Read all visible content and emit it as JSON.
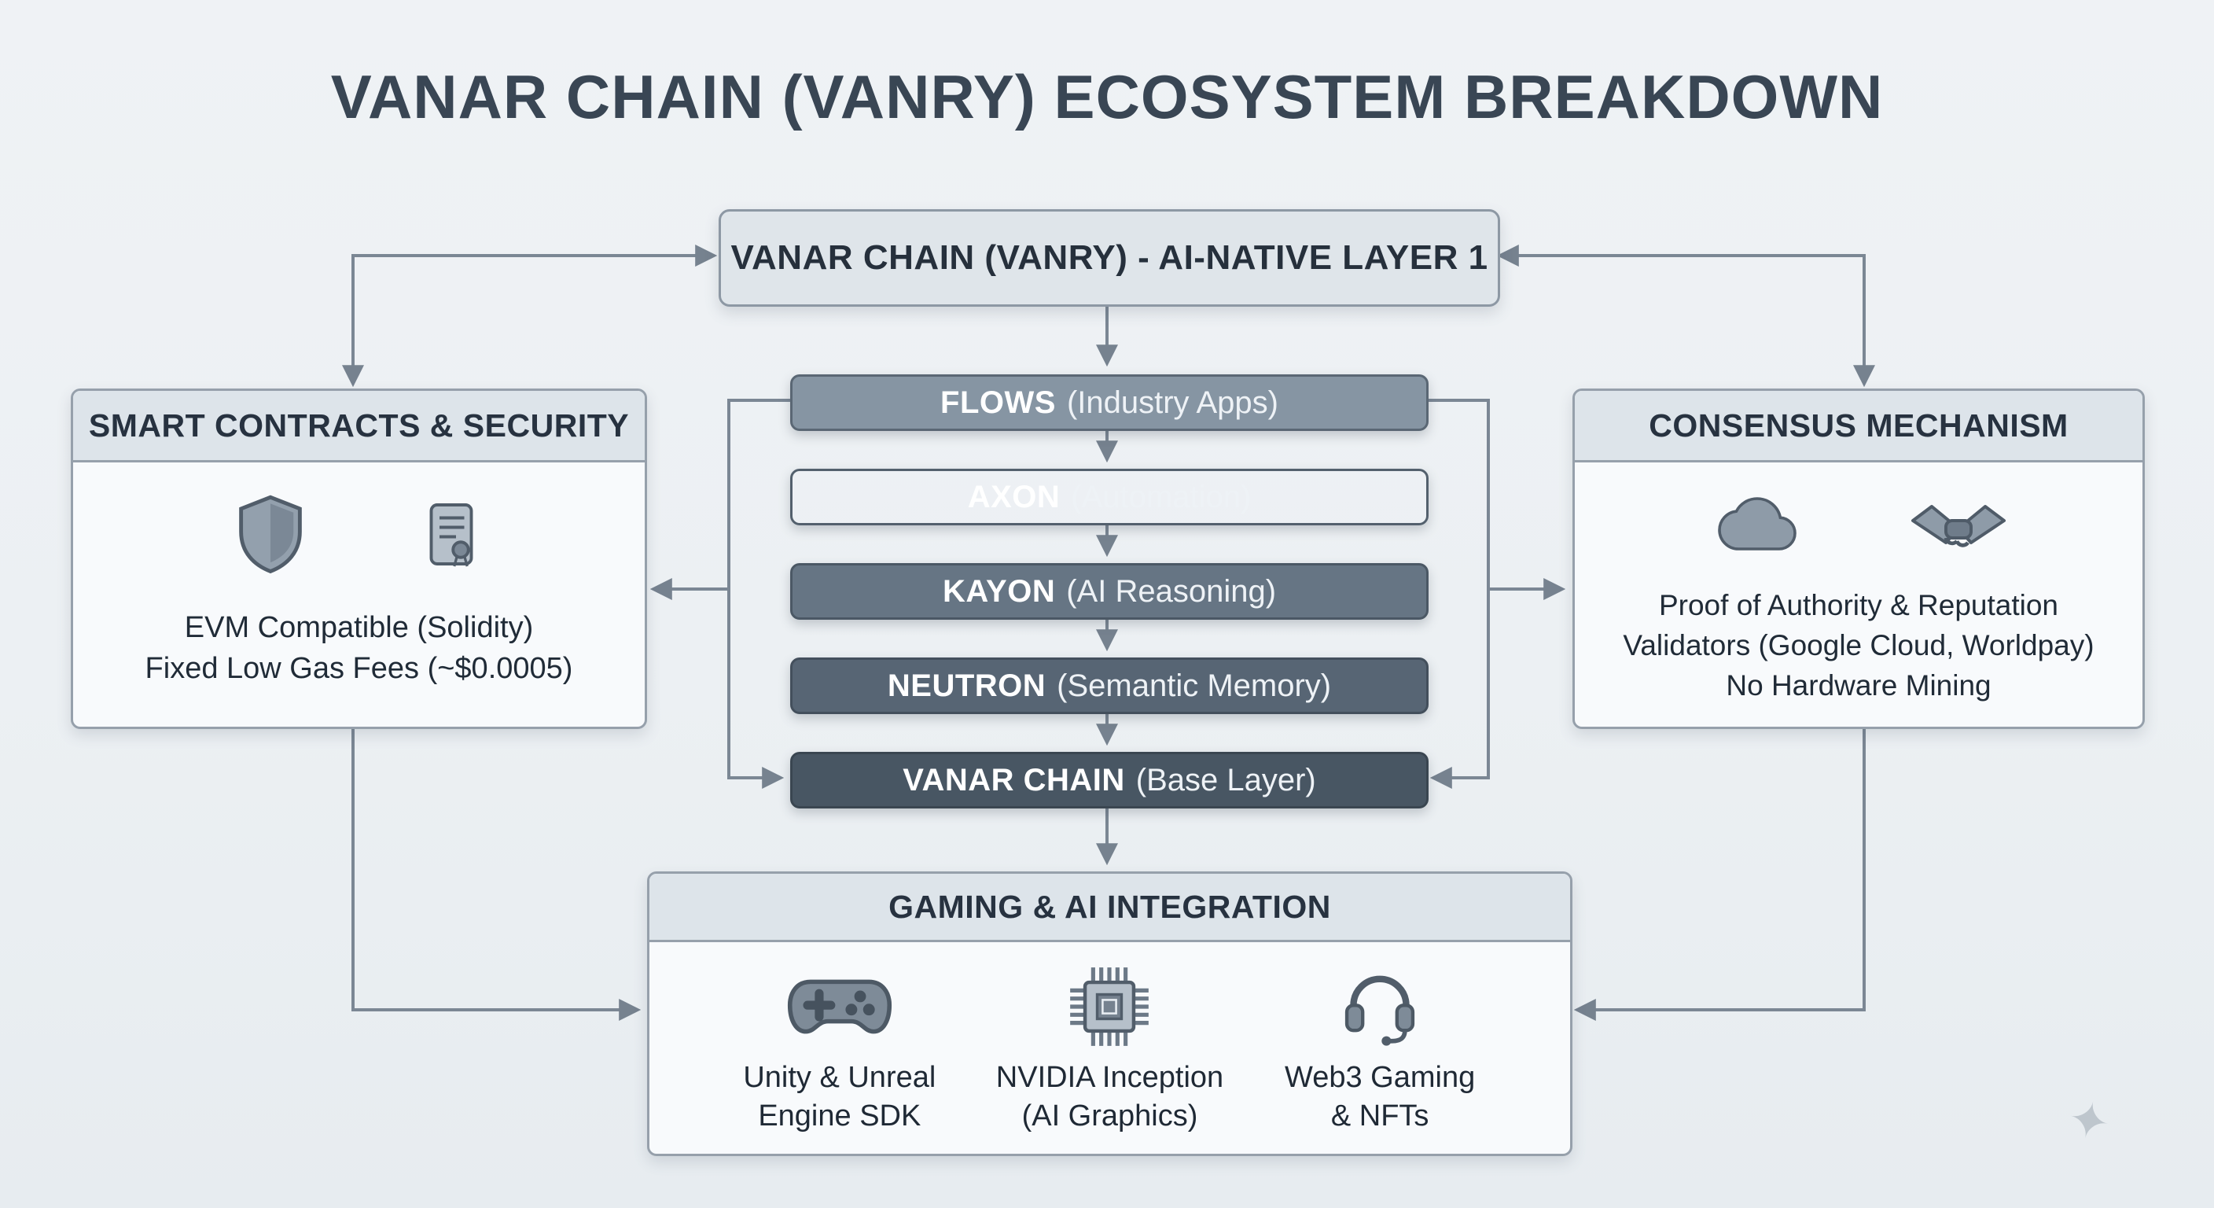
{
  "page": {
    "title": "VANAR CHAIN (VANRY) ECOSYSTEM BREAKDOWN",
    "watermark_glyph": "✦"
  },
  "top_box": {
    "label": "VANAR CHAIN (VANRY) - AI-NATIVE LAYER 1"
  },
  "stack": {
    "layers": [
      {
        "name": "FLOWS",
        "detail": "(Industry Apps)",
        "style": "background:#8695a3;border-color:#5a6774"
      },
      {
        "name": "AXON",
        "detail": "(Automation)",
        "style": "background:#76溼8593;border-color:#53606d"
      },
      {
        "name": "KAYON",
        "detail": "(AI Reasoning)",
        "style": "background:#667584;border-color:#4b5865"
      },
      {
        "name": "NEUTRON",
        "detail": "(Semantic Memory)",
        "style": "background:#576574;border-color:#434f5c"
      },
      {
        "name": "VANAR CHAIN",
        "detail": "(Base Layer)",
        "style": "background:#485663;border-color:#3a4651"
      }
    ]
  },
  "left_panel": {
    "title": "SMART CONTRACTS & SECURITY",
    "icons": [
      "shield-icon",
      "contract-scroll-icon"
    ],
    "lines": [
      "EVM Compatible (Solidity)",
      "Fixed Low Gas Fees (~$0.0005)"
    ]
  },
  "right_panel": {
    "title": "CONSENSUS MECHANISM",
    "icons": [
      "cloud-icon",
      "handshake-icon"
    ],
    "lines": [
      "Proof of Authority & Reputation",
      "Validators (Google Cloud, Worldpay)",
      "No Hardware Mining"
    ]
  },
  "bottom_panel": {
    "title": "GAMING & AI INTEGRATION",
    "items": [
      {
        "icon": "gamepad-icon",
        "line1": "Unity & Unreal",
        "line2": "Engine SDK"
      },
      {
        "icon": "chip-icon",
        "line1": "NVIDIA Inception",
        "line2": "(AI Graphics)"
      },
      {
        "icon": "headset-icon",
        "line1": "Web3 Gaming",
        "line2": "& NFTs"
      }
    ]
  },
  "colors": {
    "background": "#edf1f5",
    "connector": "#7b8794",
    "panel_border": "#96a0ab",
    "header_fill": "#dde4ea",
    "panel_fill": "#f8fafc",
    "title_text": "#394654"
  }
}
